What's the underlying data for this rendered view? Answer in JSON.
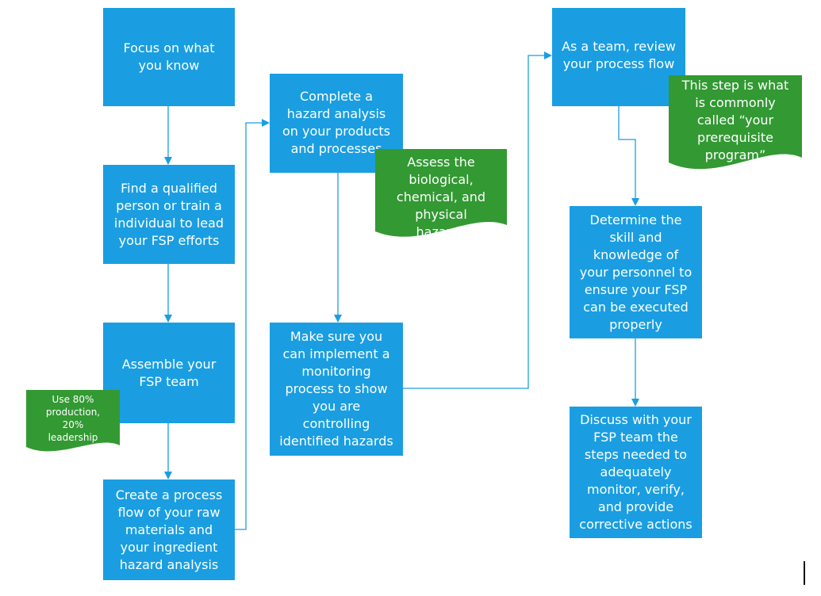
{
  "colors": {
    "box": "#1a9ee1",
    "note": "#339933",
    "connector": "#1a9ee1"
  },
  "steps": {
    "focus": "Focus on what you know",
    "qualified": "Find a qualified person or train a individual to lead your FSP efforts",
    "assemble": "Assemble your FSP team",
    "process_flow": "Create a process flow of your raw materials and your ingredient hazard analysis",
    "hazard_analysis": "Complete a hazard analysis on your products and processes",
    "monitoring": "Make sure you can implement a monitoring process to show you are controlling identified hazards",
    "review": "As a team, review your process flow",
    "skill": "Determine the skill and knowledge of your personnel to ensure your FSP can be executed properly",
    "discuss": "Discuss with your FSP team the steps needed to adequately monitor, verify, and provide corrective actions"
  },
  "notes": {
    "team_mix": "Use 80% production, 20% leadership",
    "hazards": "Assess the biological, chemical, and physical hazards",
    "prerequisite": "This step is what is commonly called “your prerequisite program”"
  }
}
